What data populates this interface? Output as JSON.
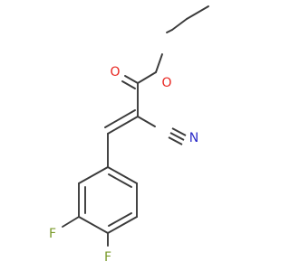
{
  "colors": {
    "bond": "#3a3a3a",
    "oxygen": "#e8251f",
    "nitrogen": "#2a2ac8",
    "fluorine": "#7a9a2a",
    "carbon": "#3a3a3a"
  },
  "atoms": {
    "O_carbonyl": {
      "label": "O",
      "color_key": "oxygen"
    },
    "O_ester": {
      "label": "O",
      "color_key": "oxygen"
    },
    "N_nitrile": {
      "label": "N",
      "color_key": "nitrogen"
    },
    "F_meta": {
      "label": "F",
      "color_key": "fluorine"
    },
    "F_para": {
      "label": "F",
      "color_key": "fluorine"
    }
  }
}
